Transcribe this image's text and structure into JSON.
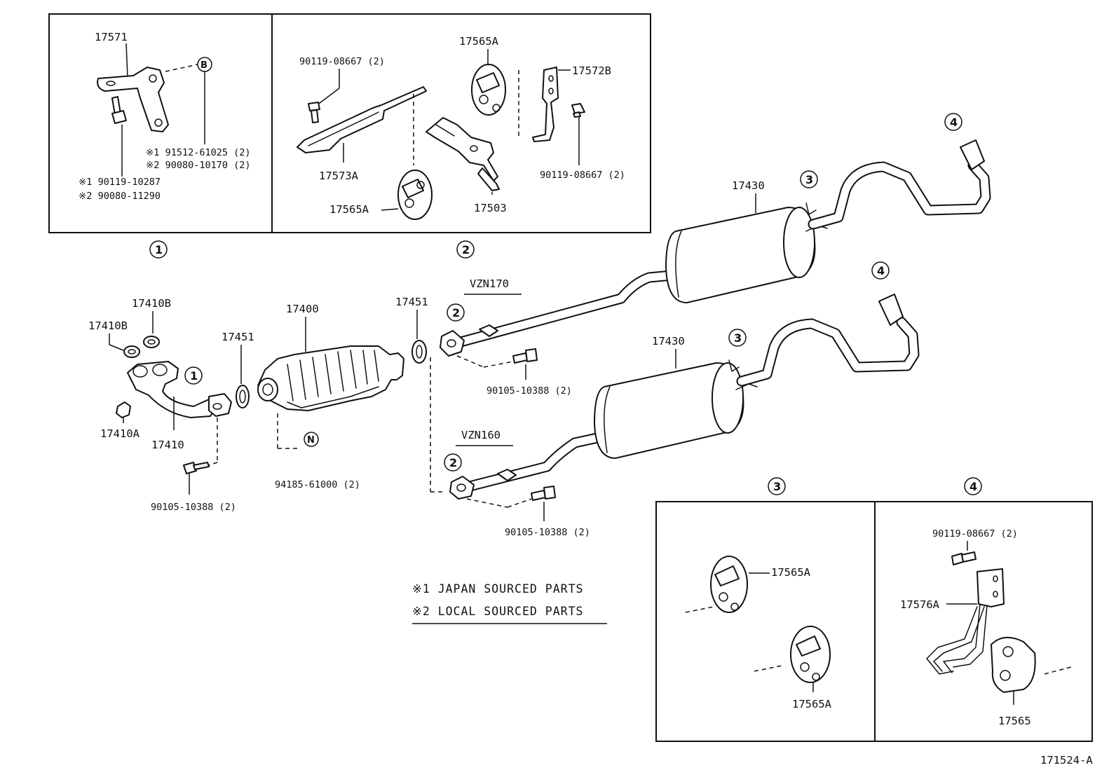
{
  "diagram": {
    "id_code": "171524-A",
    "legend": {
      "note1": "※1 JAPAN SOURCED PARTS",
      "note2": "※2 LOCAL SOURCED PARTS"
    },
    "models": {
      "upper": "VZN170",
      "lower": "VZN160"
    },
    "reference_markers": {
      "r1": "1",
      "r2": "2",
      "r3": "3",
      "r4": "4",
      "b": "B",
      "n": "N"
    },
    "box1": {
      "bracket": "17571",
      "bolt_jp": "※1 90119-10287",
      "bolt_local": "※2 90080-11290",
      "nut_jp": "※1 91512-61025 (2)",
      "nut_local": "※2 90080-10170 (2)"
    },
    "box2": {
      "bolt_top": "90119-08667 (2)",
      "insulator_top": "17565A",
      "bracket_b": "17572B",
      "bracket_a": "17573A",
      "insulator_bottom": "17565A",
      "support": "17503",
      "bolt_right": "90119-08667 (2)"
    },
    "box3": {
      "insulator_top": "17565A",
      "insulator_bottom": "17565A"
    },
    "box4": {
      "bolt": "90119-08667 (2)",
      "bracket": "17576A",
      "insulator": "17565"
    },
    "main": {
      "gasket_left_upper": "17410B",
      "gasket_left_lower": "17410B",
      "front_pipe": "17410",
      "front_pipe_nut": "17410A",
      "gasket_front": "17451",
      "converter": "17400",
      "gasket_rear": "17451",
      "muffler_upper": "17430",
      "muffler_lower": "17430",
      "bolt_front_pipe": "90105-10388 (2)",
      "stud_converter": "94185-61000 (2)",
      "bolt_upper_tail": "90105-10388 (2)",
      "bolt_lower_tail": "90105-10388 (2)"
    }
  }
}
